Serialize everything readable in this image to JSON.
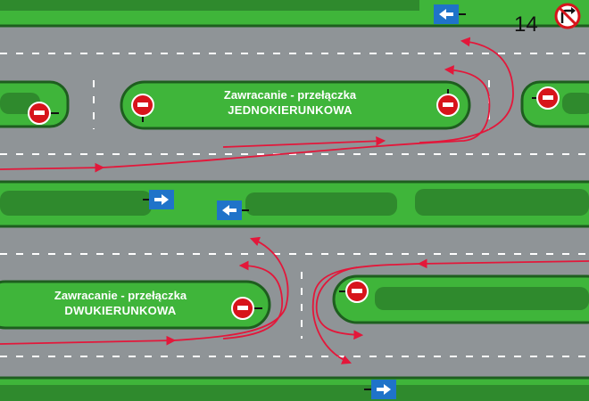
{
  "page_number": "14",
  "diagram_one": {
    "title_line1": "Zawracanie - przełączka",
    "title_line2": "JEDNOKIERUNKOWA"
  },
  "diagram_two": {
    "title_line1": "Zawracanie - przełączka",
    "title_line2": "DWUKIERUNKOWA"
  },
  "signs": {
    "no_entry": "no-entry-sign",
    "arrow_left": "arrow-left-sign",
    "arrow_right": "arrow-right-sign",
    "no_right_turn": "no-right-turn-sign"
  },
  "colors": {
    "road": "#8f9497",
    "grass": "#3fb53a",
    "hedge": "#2f8a2d",
    "border": "#1e5e1f",
    "path": "#e3173a",
    "sign_blue": "#1f73c9",
    "sign_red": "#d7141b"
  }
}
